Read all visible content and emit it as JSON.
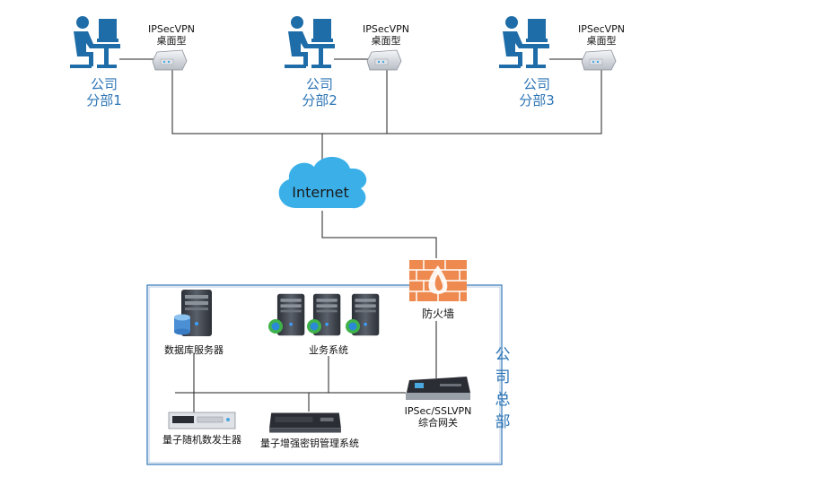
{
  "branches": [
    {
      "device_line1": "IPSecVPN",
      "device_line2": "桌面型",
      "label_line1": "公司",
      "label_line2": "分部1"
    },
    {
      "device_line1": "IPSecVPN",
      "device_line2": "桌面型",
      "label_line1": "公司",
      "label_line2": "分部2"
    },
    {
      "device_line1": "IPSecVPN",
      "device_line2": "桌面型",
      "label_line1": "公司",
      "label_line2": "分部3"
    }
  ],
  "internet": {
    "label": "Internet"
  },
  "firewall": {
    "label": "防火墙"
  },
  "headquarters": {
    "label_chars": [
      "公",
      "司",
      "总",
      "部"
    ]
  },
  "hq_devices": {
    "database_server": "数据库服务器",
    "business_system": "业务系统",
    "gateway_line1": "IPSec/SSLVPN",
    "gateway_line2": "综合网关",
    "qrng": "量子随机数发生器",
    "qkm": "量子增强密钥管理系统"
  },
  "colors": {
    "accent": "#2e75b6",
    "person": "#1f6da8",
    "cloud": "#3bb0e8",
    "firewall": "#ee8a4f",
    "line": "#222222"
  }
}
